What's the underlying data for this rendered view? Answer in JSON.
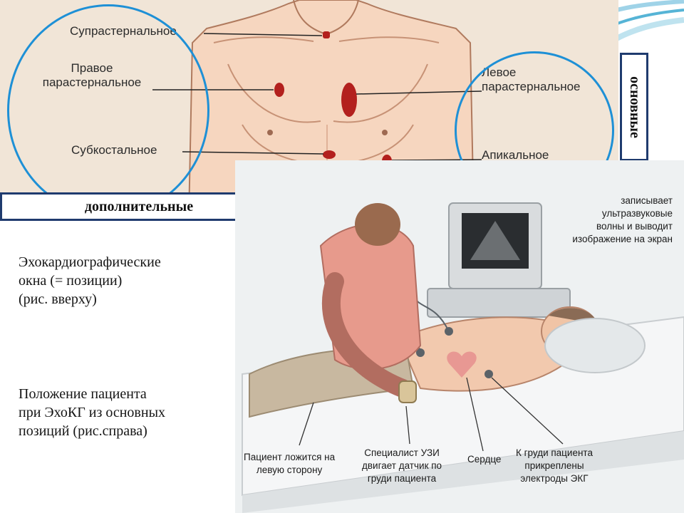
{
  "diagram": {
    "labels": {
      "suprasternal": "Супрастернальное",
      "right_parasternal": [
        "Правое",
        "парастернальное"
      ],
      "left_parasternal": [
        "Левое",
        "парастернальное"
      ],
      "subcostal": "Субкостальное",
      "apical": "Апикальное"
    },
    "box_main": "основные",
    "box_extra": "дополнительные"
  },
  "text": {
    "windows": [
      "Эхокардиографические",
      "окна (= позиции)",
      "(рис. вверху)"
    ],
    "position": [
      "Положение пациента",
      "при ЭхоКГ из основных",
      "позиций (рис.справа)"
    ]
  },
  "illustration": {
    "machine_caption": [
      "записывает",
      "ультразвуковые",
      "волны и выводит",
      "изображение на экран"
    ],
    "patient": [
      "Пациент ложится на",
      "левую сторону"
    ],
    "specialist": [
      "Специалист УЗИ",
      "двигает датчик по",
      "груди пациента"
    ],
    "heart": "Сердце",
    "electrodes": [
      "К груди пациента",
      "прикреплены",
      "электроды ЭКГ"
    ]
  },
  "colors": {
    "circle": "#1e90d6",
    "box_border": "#1f3b6e",
    "marker": "#b3201d"
  }
}
